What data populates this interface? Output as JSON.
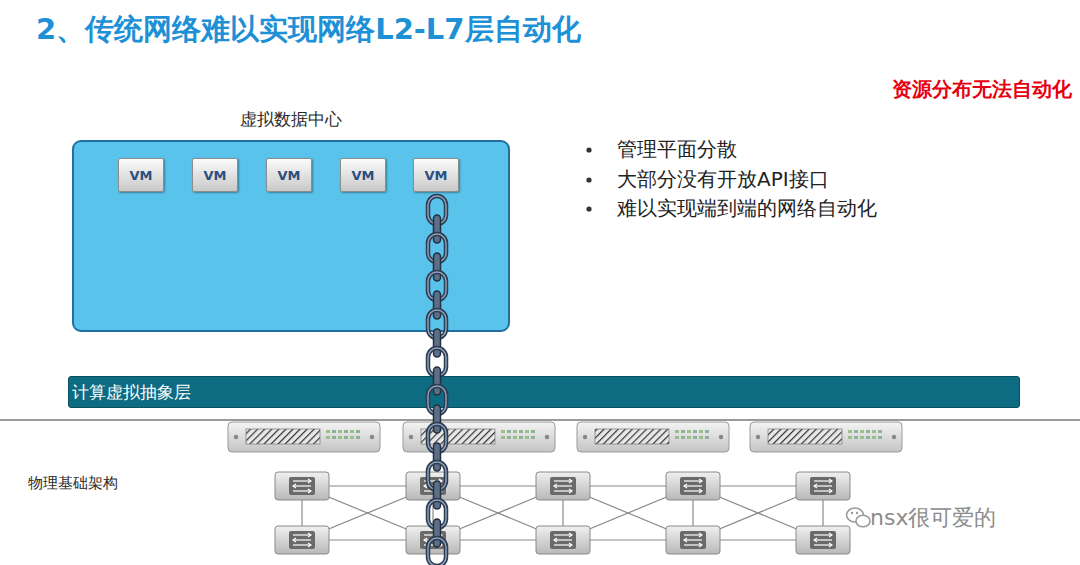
{
  "diagram": {
    "title": "2、传统网络难以实现网络L2-L7层自动化",
    "nodes": [
      {
        "text": [
          "虚拟数据中心"
        ]
      },
      {
        "text": [
          "VM"
        ],
        "in": 0
      },
      {
        "text": [
          "VM"
        ],
        "in": 0
      },
      {
        "text": [
          "VM"
        ],
        "in": 0
      },
      {
        "text": [
          "VM"
        ],
        "in": 0
      },
      {
        "text": [
          "VM"
        ],
        "in": 0
      },
      {
        "text": [
          "计算虚拟抽象层"
        ]
      }
    ],
    "labels": [
      "资源分布无法自动化",
      "管理平面分散",
      "大部分没有开放API接口",
      "难以实现端到端的网络自动化",
      "物理基础架构",
      "nsx很可爱的"
    ]
  }
}
